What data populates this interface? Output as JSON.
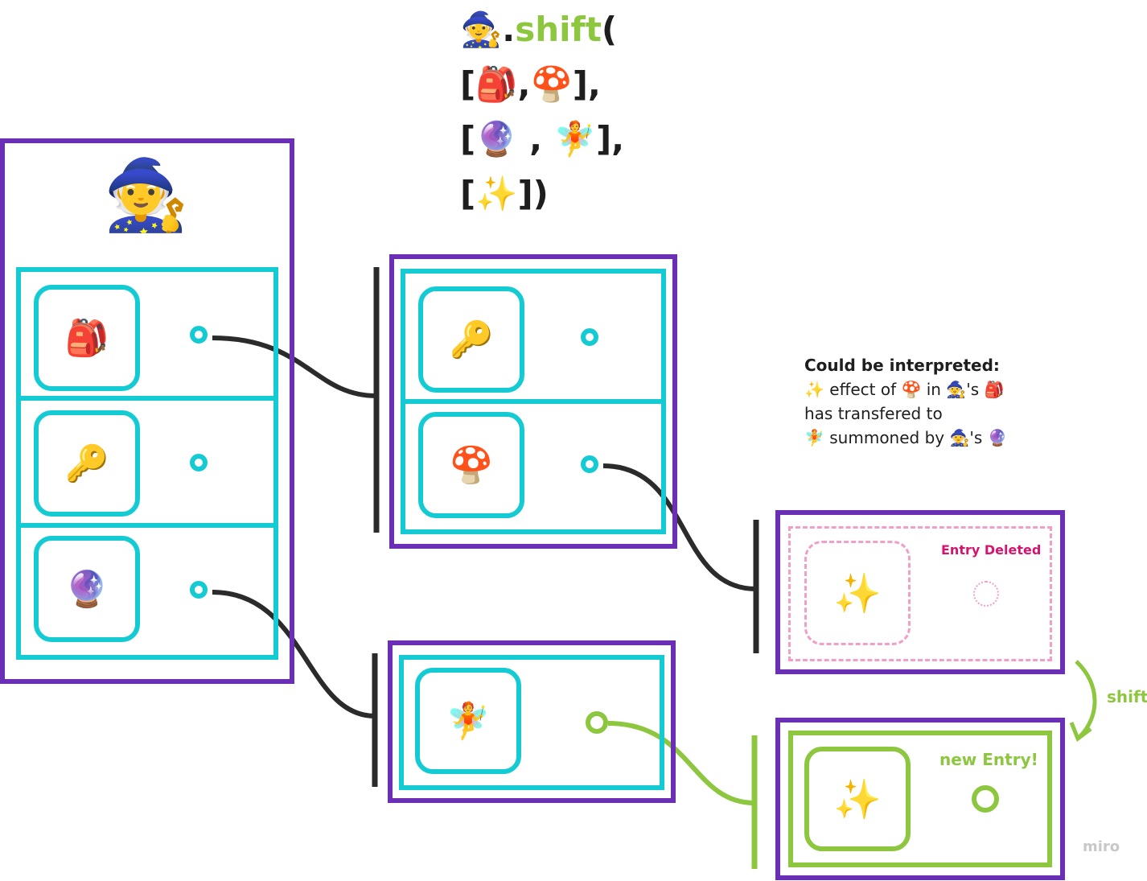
{
  "code": {
    "line1_obj": "🧙",
    "line1_dot": ".",
    "line1_fn": "shift",
    "line1_paren": "(",
    "line2": "[🎒,🍄],",
    "line3": "[🔮 , 🧚],",
    "line4": "[✨])"
  },
  "wizard": {
    "avatar": "🧙",
    "rows": [
      "🎒",
      "🔑",
      "🔮"
    ]
  },
  "bag_box": {
    "rows": [
      "🔑",
      "🍄"
    ]
  },
  "fairy_box": {
    "rows": [
      "🧚"
    ]
  },
  "deleted_box": {
    "item": "✨",
    "label": "Entry Deleted"
  },
  "new_box": {
    "item": "✨",
    "label": "new Entry!"
  },
  "shift_label": "shift",
  "note": {
    "heading": "Could be interpreted:",
    "line1": "✨ effect of 🍄  in 🧙's 🎒",
    "line2": "has transfered to",
    "line3": "🧚 summoned by 🧙's 🔮"
  },
  "watermark": "miro",
  "colors": {
    "container": "#6a2fb4",
    "slot": "#14cbd4",
    "connector": "#2b2b2b",
    "new_entry": "#8dc63f",
    "deleted": "#f0a0c8",
    "deleted_label": "#d4146e"
  }
}
